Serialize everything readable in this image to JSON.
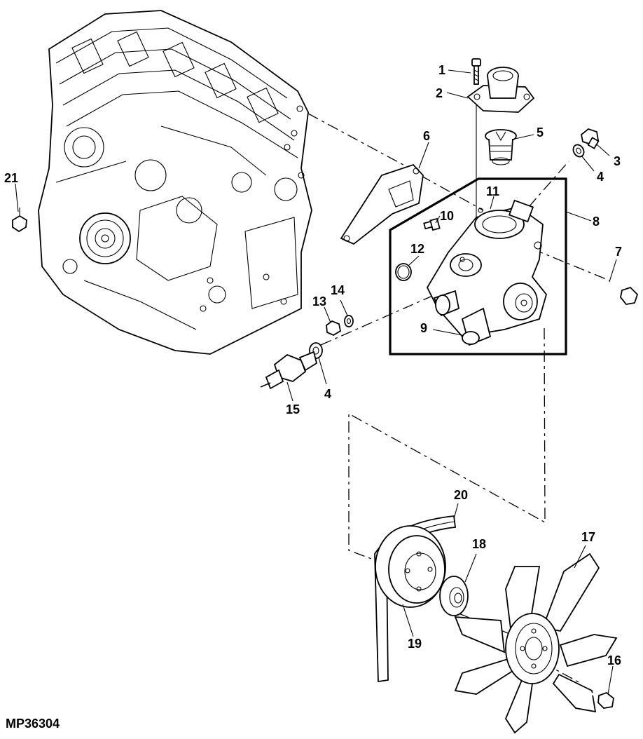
{
  "figure": {
    "id": "MP36304"
  },
  "callouts": [
    {
      "label": "1"
    },
    {
      "label": "2"
    },
    {
      "label": "3"
    },
    {
      "label": "4"
    },
    {
      "label": "5"
    },
    {
      "label": "6"
    },
    {
      "label": "7"
    },
    {
      "label": "8"
    },
    {
      "label": "9"
    },
    {
      "label": "10"
    },
    {
      "label": "11"
    },
    {
      "label": "12"
    },
    {
      "label": "13"
    },
    {
      "label": "14"
    },
    {
      "label": "4"
    },
    {
      "label": "15"
    },
    {
      "label": "16"
    },
    {
      "label": "17"
    },
    {
      "label": "18"
    },
    {
      "label": "19"
    },
    {
      "label": "20"
    },
    {
      "label": "21"
    }
  ]
}
